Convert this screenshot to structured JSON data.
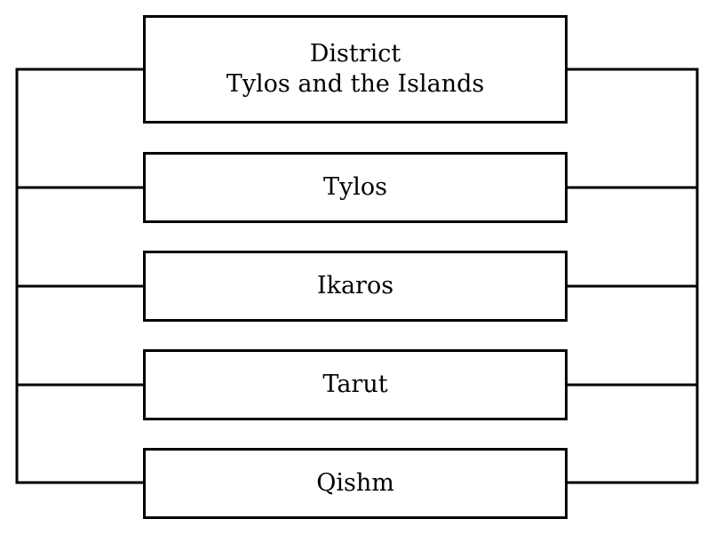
{
  "diagram": {
    "header": {
      "line1": "District",
      "line2": "Tylos and the Islands"
    },
    "nodes": [
      "Tylos",
      "Ikaros",
      "Tarut",
      "Qishm"
    ],
    "colors": {
      "line": "#000000",
      "background": "#ffffff"
    }
  }
}
